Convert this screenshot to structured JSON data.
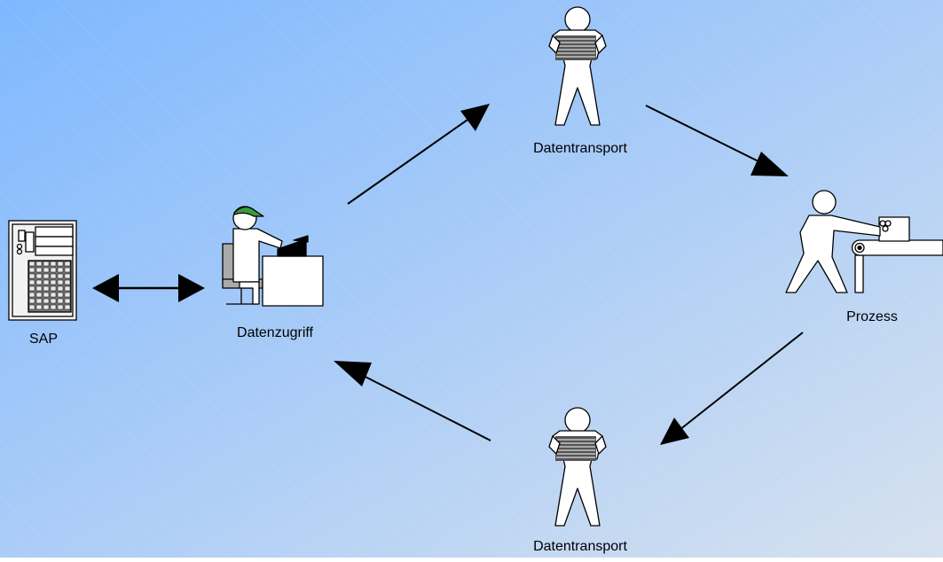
{
  "background": {
    "color_top_left": "#7fb8ff",
    "color_bottom_right": "#d6e1ef"
  },
  "nodes": {
    "sap": {
      "label": "SAP",
      "icon": "server-icon"
    },
    "access": {
      "label": "Datenzugriff",
      "icon": "office-worker-icon"
    },
    "transport_top": {
      "label": "Datentransport",
      "icon": "carrying-person-icon"
    },
    "process": {
      "label": "Prozess",
      "icon": "conveyor-worker-icon"
    },
    "transport_bottom": {
      "label": "Datentransport",
      "icon": "carrying-person-icon"
    }
  }
}
